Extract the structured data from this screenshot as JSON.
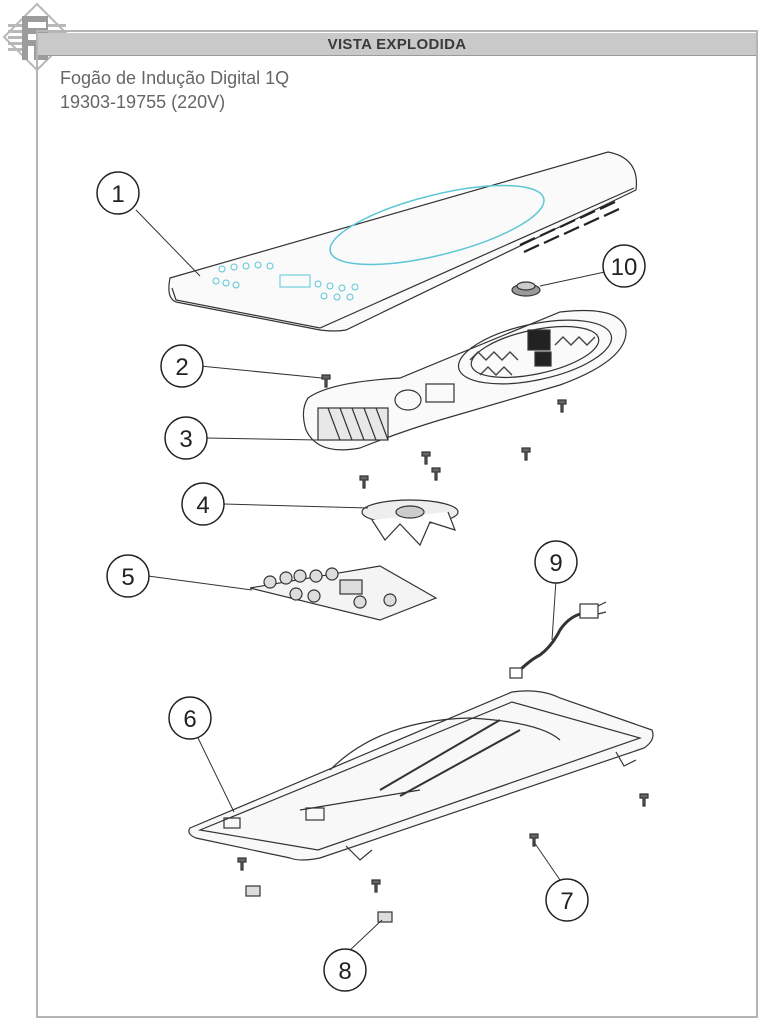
{
  "header": {
    "title": "VISTA EXPLODIDA"
  },
  "product": {
    "name": "Fogão de Indução  Digital 1Q",
    "models": "19303-19755 (220V)"
  },
  "callouts": [
    "1",
    "2",
    "3",
    "4",
    "5",
    "6",
    "7",
    "8",
    "9",
    "10"
  ],
  "colors": {
    "frame": "#b5b5b5",
    "header_bar": "#c9c9c9",
    "accent_ring": "#5bc6d6",
    "line": "#333333"
  }
}
